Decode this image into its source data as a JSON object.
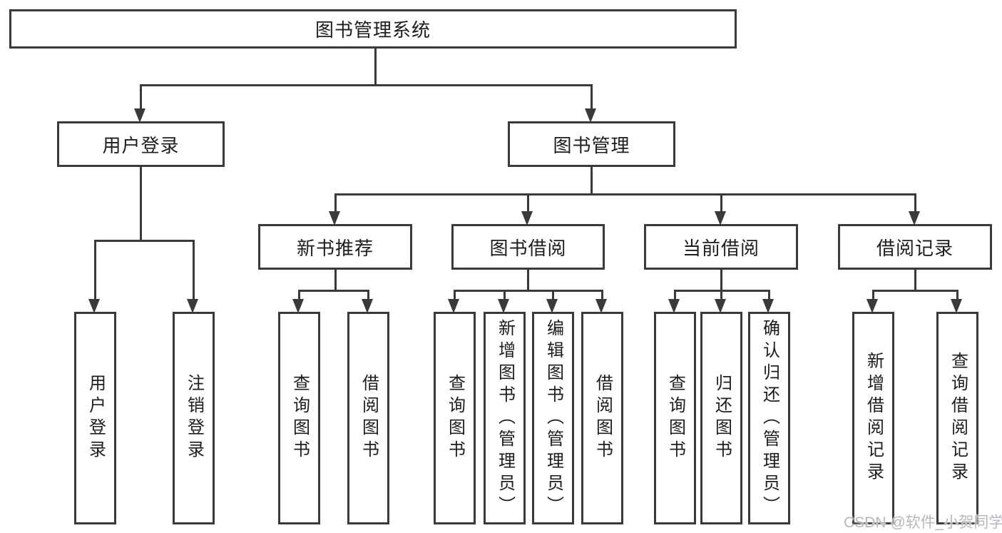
{
  "colors": {
    "line": "#3a3a3a",
    "text": "#1d1d1d",
    "watermark": "#b4b8be",
    "bg": "#ffffff"
  },
  "watermark": "CSDN @软件_小贺同学",
  "tree": {
    "label": "图书管理系统",
    "children": [
      {
        "label": "用户登录",
        "children": [
          {
            "label": "用户登录"
          },
          {
            "label": "注销登录"
          }
        ]
      },
      {
        "label": "图书管理",
        "children": [
          {
            "label": "新书推荐",
            "children": [
              {
                "label": "查询图书"
              },
              {
                "label": "借阅图书"
              }
            ]
          },
          {
            "label": "图书借阅",
            "children": [
              {
                "label": "查询图书"
              },
              {
                "label": "新增图书（管理员）"
              },
              {
                "label": "编辑图书（管理员）"
              },
              {
                "label": "借阅图书"
              }
            ]
          },
          {
            "label": "当前借阅",
            "children": [
              {
                "label": "查询图书"
              },
              {
                "label": "归还图书"
              },
              {
                "label": "确认归还（管理员）"
              }
            ]
          },
          {
            "label": "借阅记录",
            "children": [
              {
                "label": "新增借阅记录"
              },
              {
                "label": "查询借阅记录"
              }
            ]
          }
        ]
      }
    ]
  }
}
